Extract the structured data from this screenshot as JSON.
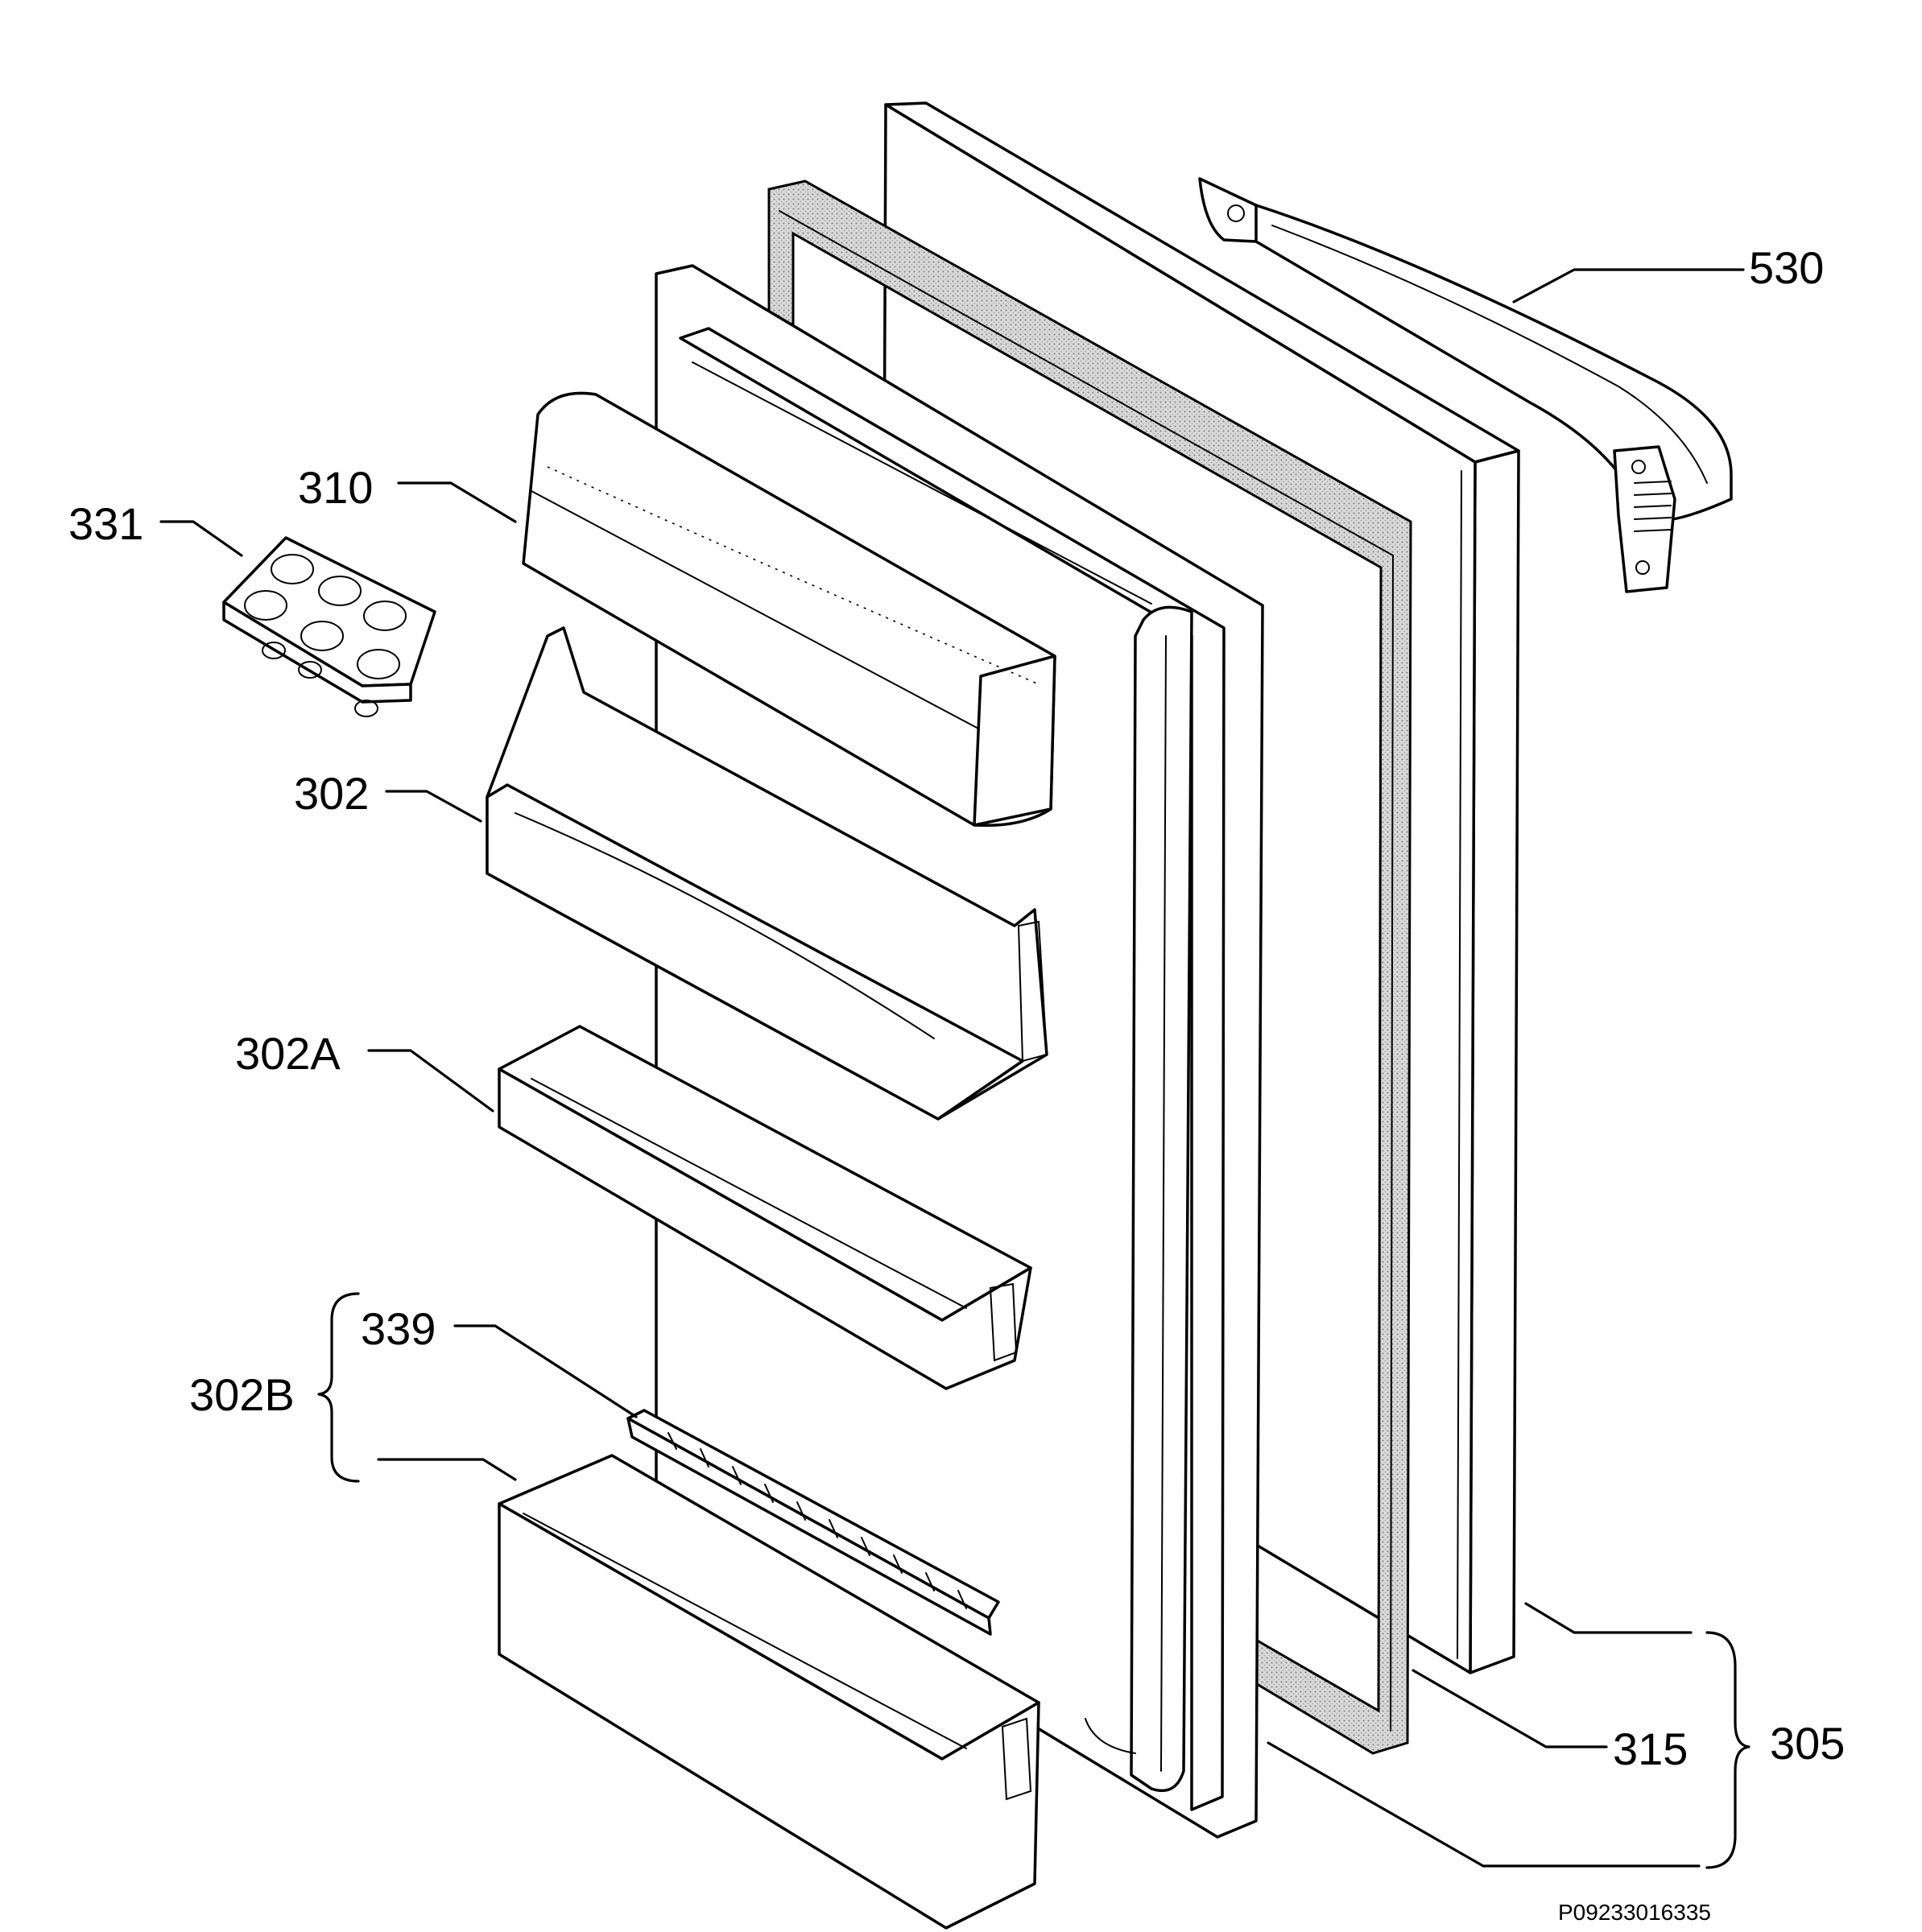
{
  "labels": {
    "handle": "530",
    "inner_liner": "310",
    "egg_tray": "331",
    "upper_shelf": "302",
    "middle_shelf": "302A",
    "bottle_shelf_group": "302B",
    "bottle_retainer": "339",
    "gasket": "315",
    "door_assembly": "305"
  },
  "drawing_reference": "P09233016335"
}
